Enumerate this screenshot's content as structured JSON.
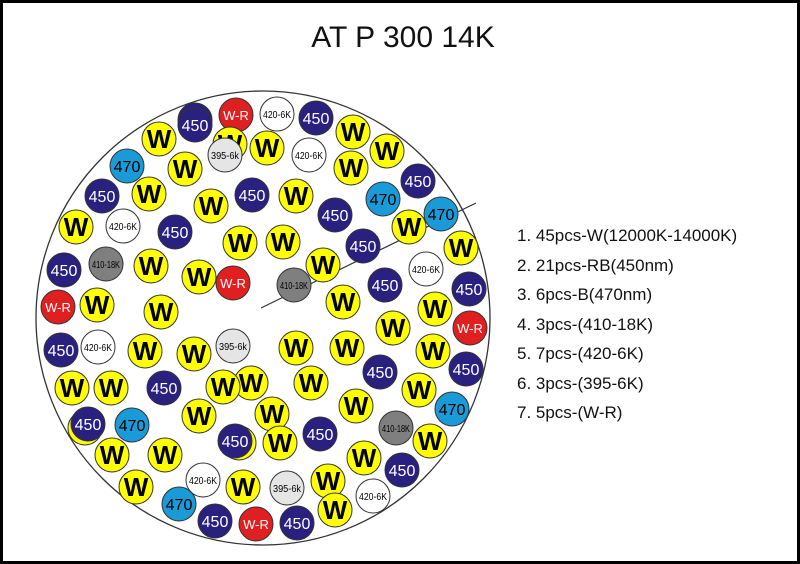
{
  "title": "AT P 300 14K",
  "legend": [
    "1. 45pcs-W(12000K-14000K)",
    "2. 21pcs-RB(450nm)",
    "3. 6pcs-B(470nm)",
    "4. 3pcs-(410-18K)",
    "5. 7pcs-(420-6K)",
    "6. 3pcs-(395-6K)",
    "7. 5pcs-(W-R)"
  ],
  "colors": {
    "W": "#ffff00",
    "RB": "#2a2080",
    "B": "#1a9bd7",
    "K410": "#7f7f7f",
    "K420": "#ffffff",
    "K395": "#e5e5e5",
    "WR": "#e02020"
  },
  "led_types": {
    "W": {
      "label": "W",
      "fill": "#ffff00",
      "text": "#000000"
    },
    "RB": {
      "label": "450",
      "fill": "#2a2080",
      "text": "#ffffff"
    },
    "B": {
      "label": "470",
      "fill": "#1a9bd7",
      "text": "#000000"
    },
    "K410": {
      "label": "410-18K",
      "fill": "#7f7f7f",
      "text": "#000000"
    },
    "K420": {
      "label": "420-6K",
      "fill": "#ffffff",
      "text": "#000000"
    },
    "K395": {
      "label": "395-6k",
      "fill": "#e5e5e5",
      "text": "#000000"
    },
    "WR": {
      "label": "W-R",
      "fill": "#e02020",
      "text": "#ffffff"
    }
  }
}
